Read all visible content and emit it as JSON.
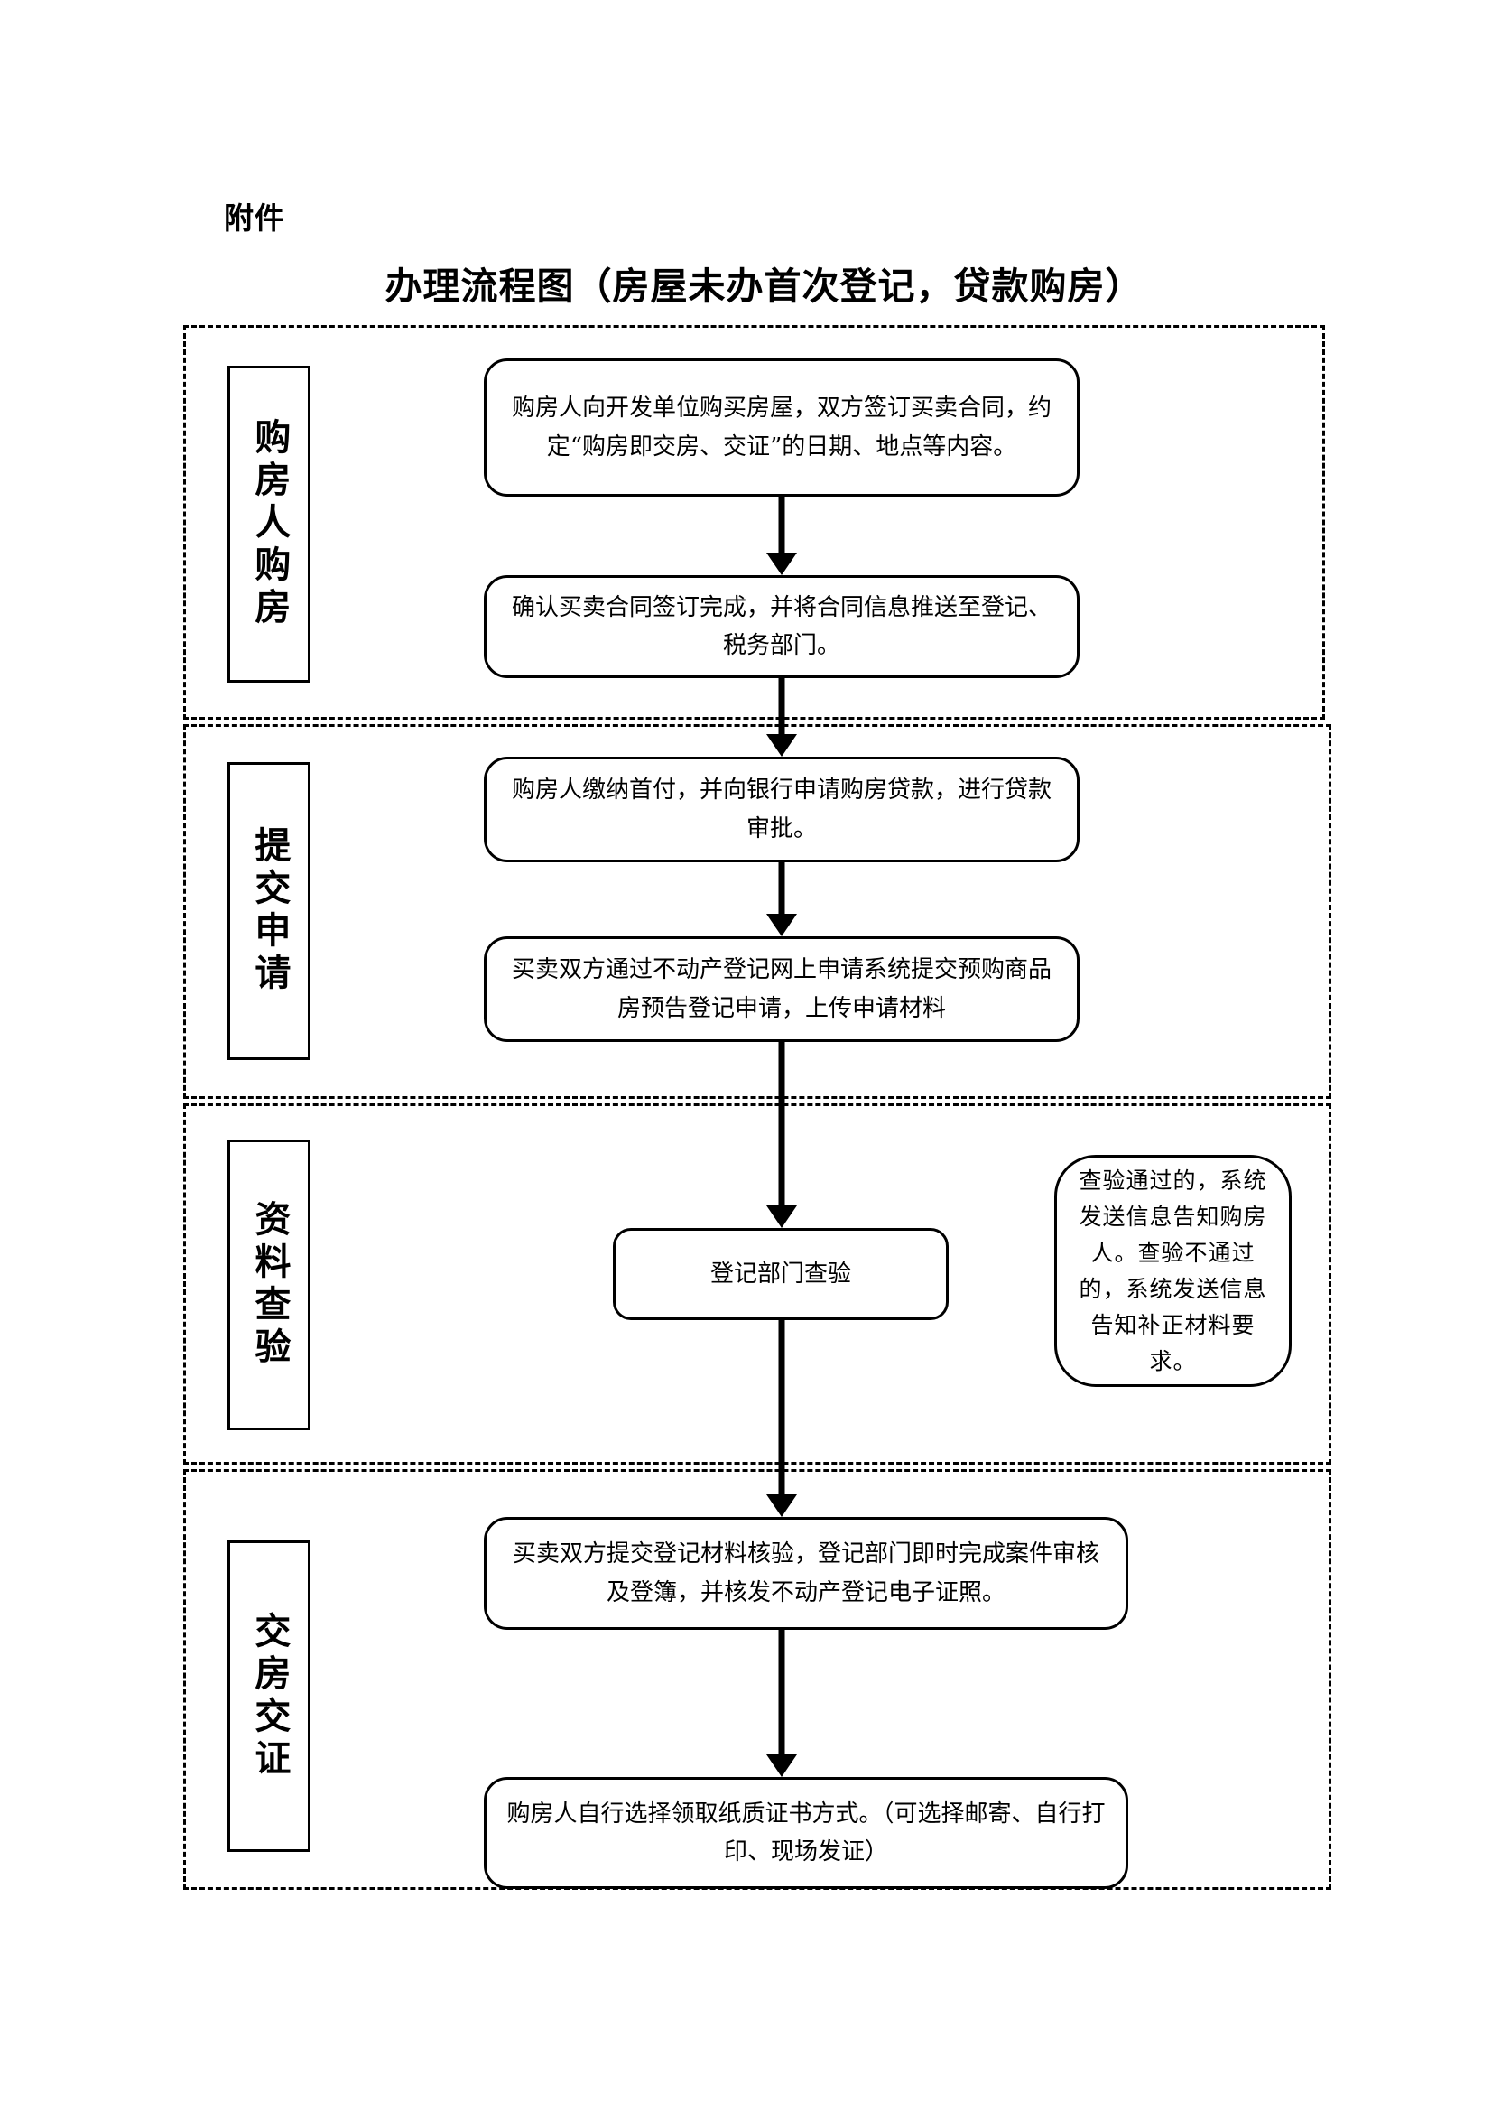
{
  "header": {
    "attachment_label": "附件",
    "title": "办理流程图（房屋未办首次登记，贷款购房）"
  },
  "stages": [
    {
      "id": "stage-1",
      "label": "购房人购房"
    },
    {
      "id": "stage-2",
      "label": "提交申请"
    },
    {
      "id": "stage-3",
      "label": "资料查验"
    },
    {
      "id": "stage-4",
      "label": "交房交证"
    }
  ],
  "boxes": {
    "box_1": "购房人向开发单位购买房屋，双方签订买卖合同，约定“购房即交房、交证”的日期、地点等内容。",
    "box_2": "确认买卖合同签订完成，并将合同信息推送至登记、税务部门。",
    "box_3": "购房人缴纳首付，并向银行申请购房贷款，进行贷款审批。",
    "box_4": "买卖双方通过不动产登记网上申请系统提交预购商品房预告登记申请，上传申请材料",
    "box_5": "登记部门查验",
    "box_6": "买卖双方提交登记材料核验，登记部门即时完成案件审核及登簿，并核发不动产登记电子证照。",
    "box_7": "购房人自行选择领取纸质证书方式。（可选择邮寄、自行打印、现场发证）",
    "note": "查验通过的，系统发送信息告知购房人。查验不通过的，系统发送信息告知补正材料要求。"
  },
  "colors": {
    "ink": "#000000",
    "paper": "#ffffff"
  }
}
